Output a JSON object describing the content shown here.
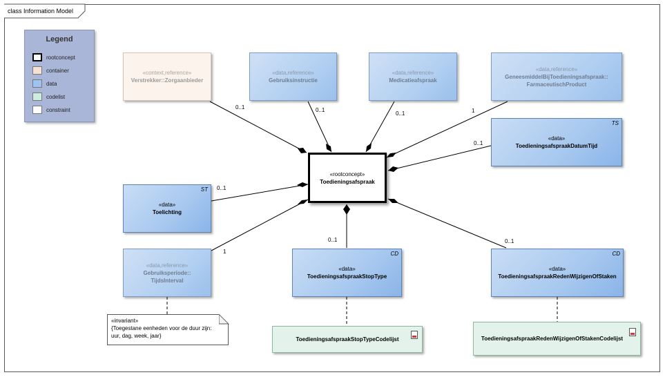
{
  "frame": {
    "title": "class Information Model"
  },
  "legend": {
    "title": "Legend",
    "items": [
      {
        "label": "rootconcept",
        "color": "#ffffff",
        "border": "#000000"
      },
      {
        "label": "container",
        "color": "#f6e1d3",
        "border": "#777777"
      },
      {
        "label": "data",
        "color": "#9ec3ee",
        "border": "#777777"
      },
      {
        "label": "codelist",
        "color": "#cdeedd",
        "border": "#777777"
      },
      {
        "label": "constraint",
        "color": "#ffffff",
        "border": "#777777"
      }
    ]
  },
  "root": {
    "stereotype": "«rootconcept»",
    "name": "Toedieningsafspraak"
  },
  "classes": {
    "verstrekker": {
      "stereotype": "«context,reference»",
      "name": "Verstrekker::Zorgaanbieder"
    },
    "gebruiksinstructie": {
      "stereotype": "«data,reference»",
      "name": "Gebruiksinstructie"
    },
    "medicatieafspraak": {
      "stereotype": "«data,reference»",
      "name": "Medicatieafspraak"
    },
    "geneesmiddel": {
      "stereotype": "«data,reference»",
      "name1": "GeneesmiddelBijToedieningsafspraak::",
      "name2": "FarmaceutischProduct"
    },
    "datumtijd": {
      "stereotype": "«data»",
      "name": "ToedieningsafspraakDatumTijd",
      "type": "TS"
    },
    "toelichting": {
      "stereotype": "«data»",
      "name": "Toelichting",
      "type": "ST"
    },
    "gebruiksperiode": {
      "stereotype": "«data,reference»",
      "name1": "Gebruiksperiode::",
      "name2": "TijdsInterval"
    },
    "stoptype": {
      "stereotype": "«data»",
      "name": "ToedieningsafspraakStopType",
      "type": "CD"
    },
    "redenwijzigen": {
      "stereotype": "«data»",
      "name": "ToedieningsafspraakRedenWijzigenOfStaken",
      "type": "CD"
    }
  },
  "codelists": {
    "stoptype": {
      "name": "ToedieningsafspraakStopTypeCodelijst"
    },
    "redenwijzigen": {
      "name": "ToedieningsafspraakRedenWijzigenOfStakenCodelijst"
    }
  },
  "multiplicities": {
    "verstrekker": "0..1",
    "gebruiksinstructie": "0..1",
    "medicatieafspraak": "0..1",
    "geneesmiddel": "1",
    "datumtijd": "0..1",
    "toelichting": "0..1",
    "gebruiksperiode": "1",
    "stoptype": "0..1",
    "redenwijzigen": "0..1"
  },
  "note": {
    "line1": "«invariant»",
    "line2": "{Toegestane eenheden voor de duur zijn:",
    "line3": "uur, dag, week, jaar}"
  }
}
